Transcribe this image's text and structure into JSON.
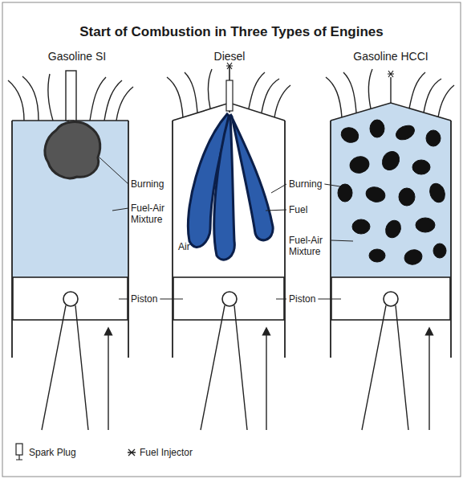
{
  "diagram": {
    "title": "Start of Combustion in Three Types of Engines",
    "labels": [
      "Gasoline SI",
      "Diesel",
      "Gasoline HCCI",
      "Burning",
      "Burning",
      "Fuel-Air Mixture",
      "Fuel",
      "Air",
      "Fuel-Air Mixture",
      "Piston",
      "Piston"
    ],
    "legend": [
      {
        "text": "Spark Plug"
      },
      {
        "text": "Fuel Injector"
      }
    ]
  }
}
